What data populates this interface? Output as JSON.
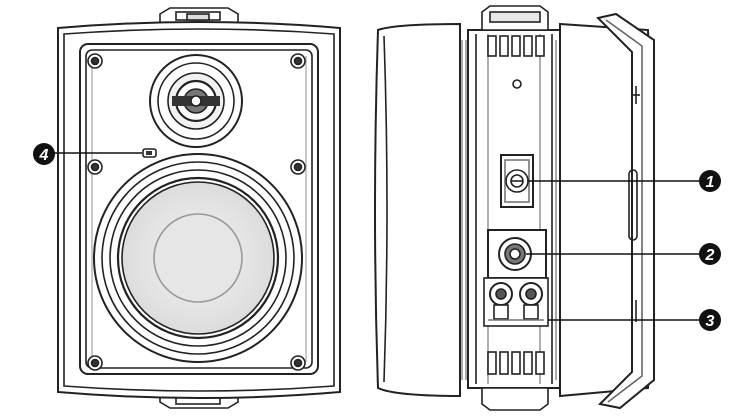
{
  "diagram": {
    "views": [
      {
        "id": "front",
        "label": "front-view"
      },
      {
        "id": "rear",
        "label": "rear-view"
      }
    ],
    "callouts": [
      {
        "number": "1",
        "target": "rear-upper-connector"
      },
      {
        "number": "2",
        "target": "rear-round-socket"
      },
      {
        "number": "3",
        "target": "rear-binding-posts"
      },
      {
        "number": "4",
        "target": "front-indicator"
      }
    ],
    "colors": {
      "ink": "#1a1a1a",
      "paper": "#ffffff",
      "line": "#222222"
    }
  }
}
